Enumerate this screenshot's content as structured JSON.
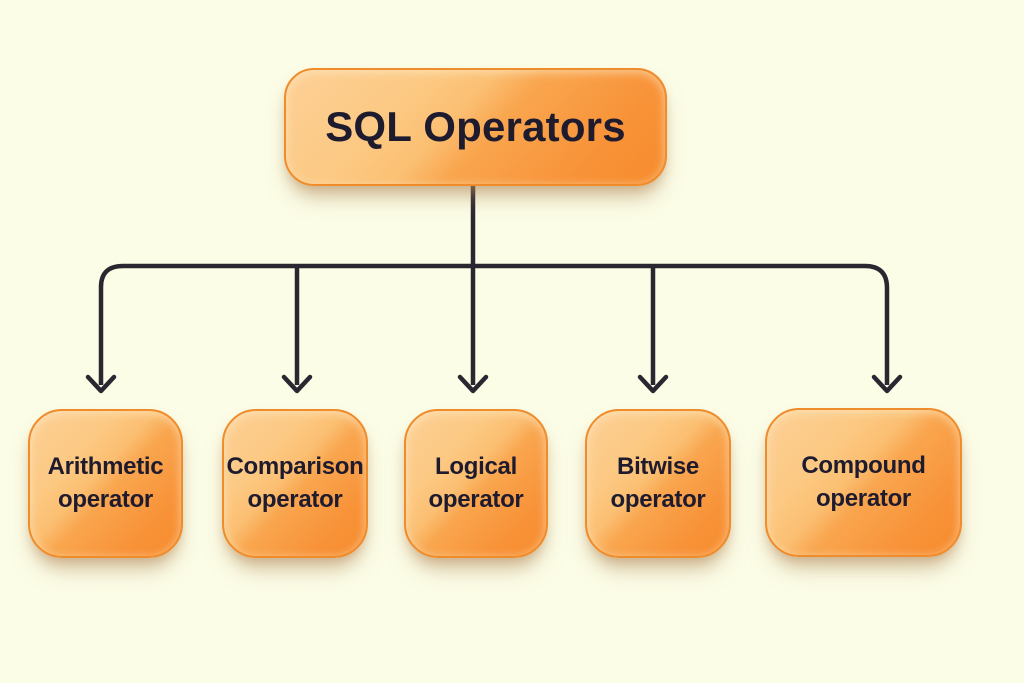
{
  "diagram": {
    "root": {
      "label": "SQL Operators"
    },
    "children": [
      {
        "label": "Arithmetic operator",
        "lines": [
          "Arithmetic",
          "operator"
        ]
      },
      {
        "label": "Comparison operator",
        "lines": [
          "Comparison",
          "operator"
        ]
      },
      {
        "label": "Logical operator",
        "lines": [
          "Logical",
          "operator"
        ]
      },
      {
        "label": "Bitwise operator",
        "lines": [
          "Bitwise",
          "operator"
        ]
      },
      {
        "label": "Compound operator",
        "lines": [
          "Compound",
          "operator"
        ]
      }
    ]
  },
  "colors": {
    "background": "#FCFDE7",
    "node_fill_light": "#FDD096",
    "node_fill_dark": "#F68B2C",
    "node_border": "#EF8C2C",
    "connector": "#2B2731",
    "text": "#1E1B2E"
  }
}
